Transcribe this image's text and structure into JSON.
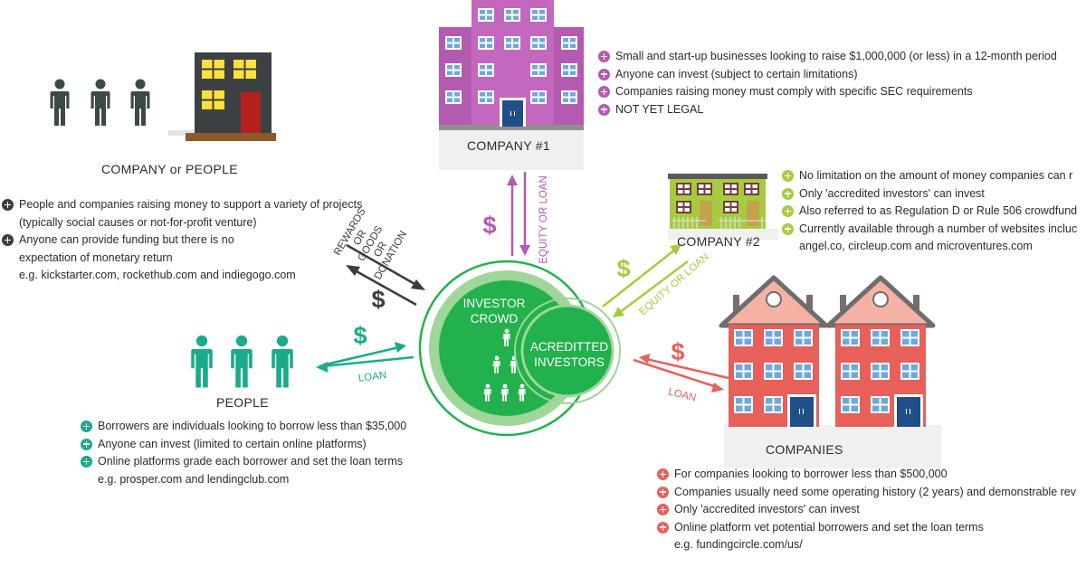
{
  "colors": {
    "people_teal": "#1aab8a",
    "company1_purple": "#b45ab0",
    "company2_lime": "#a5cc3f",
    "companies_red": "#e8605a",
    "donation_dark": "#3c3c3c",
    "crowd_green": "#22b14c"
  },
  "center": {
    "crowd_line1": "INVESTOR",
    "crowd_line2": "CROWD",
    "accredited_line1": "ACREDITTED",
    "accredited_line2": "INVESTORS"
  },
  "company_or_people": {
    "label": "COMPANY or PEOPLE",
    "flow_lines": [
      "REWARDS",
      "OR",
      "GOODS",
      "OR",
      "DONATION"
    ],
    "dollar": "$",
    "bullets": [
      "People and companies raising money to support a variety of projects",
      "Anyone can provide funding but there is no"
    ],
    "continuations": [
      "(typically social causes or not-for-profit venture)",
      "expectation of monetary return"
    ],
    "example": "e.g. kickstarter.com, rockethub.com and indiegogo.com"
  },
  "company1": {
    "label": "COMPANY #1",
    "flow_label": "EQUITY OR LOAN",
    "dollar": "$",
    "bullets": [
      "Small and start-up businesses looking to raise $1,000,000 (or less) in a 12-month period",
      "Anyone can invest (subject to certain limitations)",
      "Companies raising money must comply with specific SEC requirements",
      "NOT YET LEGAL"
    ]
  },
  "company2": {
    "label": "COMPANY #2",
    "flow_label": "EQUITY OR LOAN",
    "dollar": "$",
    "bullets": [
      "No limitation on the amount of money companies can r",
      "Only 'accredited investors' can invest",
      "Also referred to as Regulation D or Rule 506 crowdfund",
      "Currently available through a number of websites incluc"
    ],
    "continuation": "angel.co, circleup.com and microventures.com"
  },
  "people": {
    "label": "PEOPLE",
    "flow_label": "LOAN",
    "dollar": "$",
    "bullets": [
      "Borrowers are individuals looking to borrow less than $35,000",
      "Anyone can invest (limited to certain online platforms)",
      "Online platforms grade each borrower and set the loan terms"
    ],
    "example": "e.g. prosper.com and lendingclub.com"
  },
  "companies": {
    "label": "COMPANIES",
    "flow_label": "LOAN",
    "dollar": "$",
    "bullets": [
      "For companies looking to borrower less than $500,000",
      "Companies usually need some operating history (2 years) and demonstrable rev",
      "Only 'accredited investors' can invest",
      "Online platform vet potential borrowers and set the loan terms"
    ],
    "example": "e.g. fundingcircle.com/us/"
  }
}
